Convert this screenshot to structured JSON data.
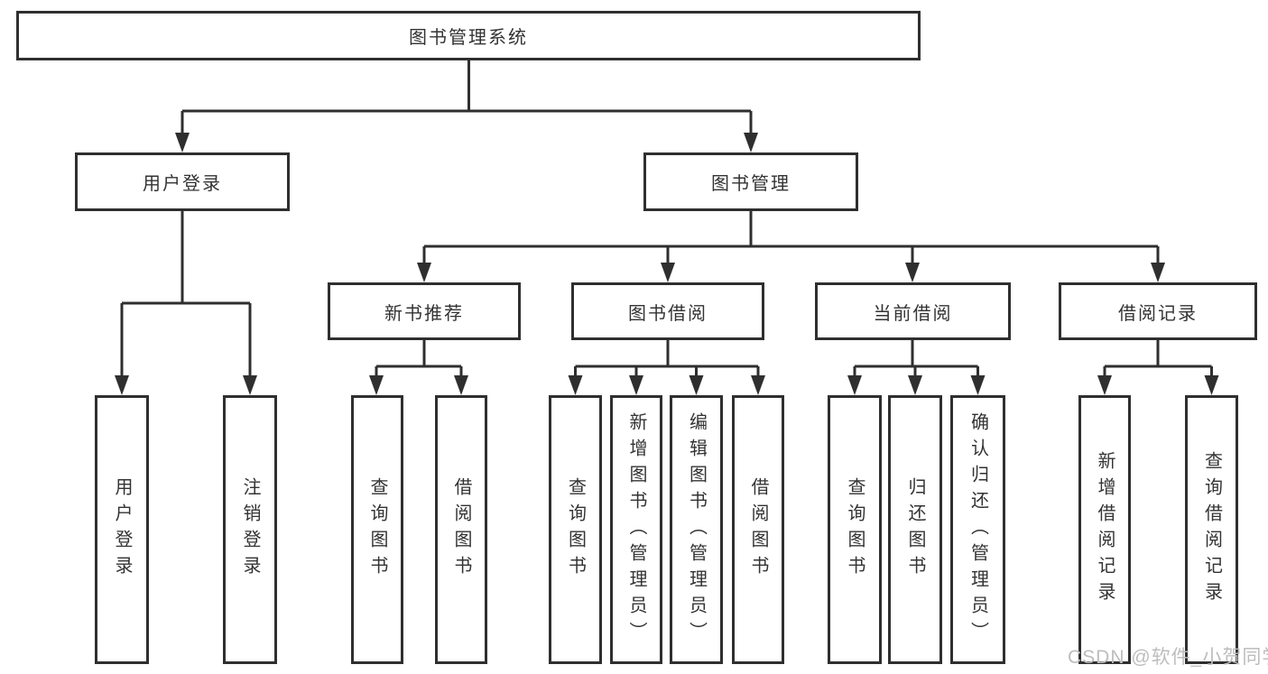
{
  "tree": {
    "label": "图书管理系统",
    "children": [
      {
        "label": "用户登录",
        "children": [
          {
            "label": "用户登录"
          },
          {
            "label": "注销登录"
          }
        ]
      },
      {
        "label": "图书管理",
        "children": [
          {
            "label": "新书推荐",
            "children": [
              {
                "label": "查询图书"
              },
              {
                "label": "借阅图书"
              }
            ]
          },
          {
            "label": "图书借阅",
            "children": [
              {
                "label": "查询图书"
              },
              {
                "label": "新增图书（管理员）"
              },
              {
                "label": "编辑图书（管理员）"
              },
              {
                "label": "借阅图书"
              }
            ]
          },
          {
            "label": "当前借阅",
            "children": [
              {
                "label": "查询图书"
              },
              {
                "label": "归还图书"
              },
              {
                "label": "确认归还（管理员）"
              }
            ]
          },
          {
            "label": "借阅记录",
            "children": [
              {
                "label": "新增借阅记录"
              },
              {
                "label": "查询借阅记录"
              }
            ]
          }
        ]
      }
    ]
  },
  "watermark": {
    "text": "CSDN @软件_小贺同学"
  },
  "colors": {
    "line": "#2f2f2f",
    "box_border": "#2f2f2f",
    "box_fill": "#ffffff",
    "text": "#333333",
    "watermark": "#bdbdbd",
    "background": "#ffffff"
  }
}
